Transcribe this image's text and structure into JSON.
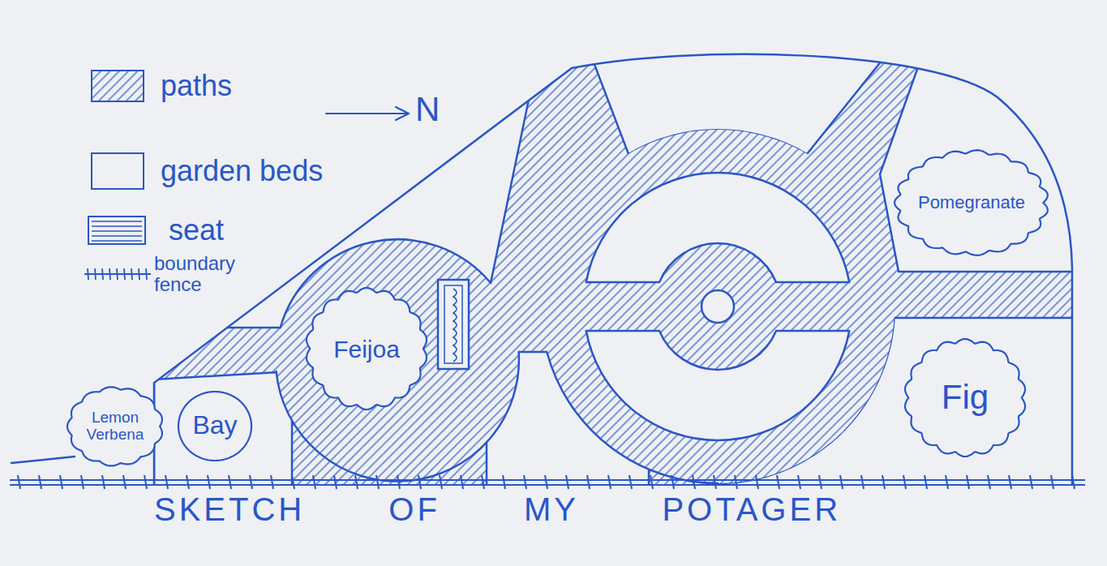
{
  "diagram": {
    "caption": "SKETCH OF MY POTAGER",
    "nodes": [
      {
        "text": [
          "Lemon Verbena"
        ]
      },
      {
        "text": [
          "Bay"
        ]
      },
      {
        "text": [
          "Feijoa"
        ]
      },
      {
        "text": [
          "Pomegranate"
        ]
      },
      {
        "text": [
          "Fig"
        ]
      }
    ],
    "labels": [
      "N"
    ],
    "legend": [
      {
        "text": "paths"
      },
      {
        "text": "garden beds"
      },
      {
        "text": "seat"
      },
      {
        "text": "boundary fence"
      }
    ]
  }
}
